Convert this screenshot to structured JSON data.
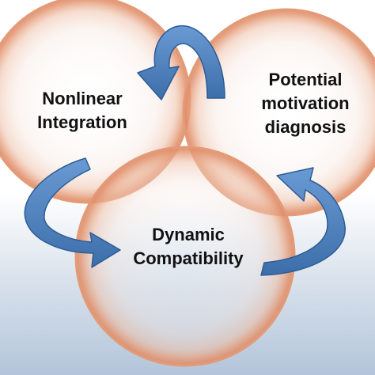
{
  "diagram": {
    "circles": [
      {
        "id": "nonlinear",
        "lines": [
          "Nonlinear",
          "Integration"
        ]
      },
      {
        "id": "potential",
        "lines": [
          "Potential",
          "motivation",
          "diagnosis"
        ]
      },
      {
        "id": "dynamic",
        "lines": [
          "Dynamic",
          "Compatibility"
        ]
      }
    ],
    "arrows": [
      {
        "from": "potential",
        "to": "nonlinear"
      },
      {
        "from": "nonlinear",
        "to": "dynamic"
      },
      {
        "from": "dynamic",
        "to": "potential"
      }
    ]
  },
  "colors": {
    "circle_fill": "#f2ddd4",
    "circle_rim": "#e8a07a",
    "arrow_fill": "#4f80bd",
    "arrow_edge": "#2c5c96",
    "label_text": "#111111",
    "background_bottom": "#b3c5da"
  }
}
